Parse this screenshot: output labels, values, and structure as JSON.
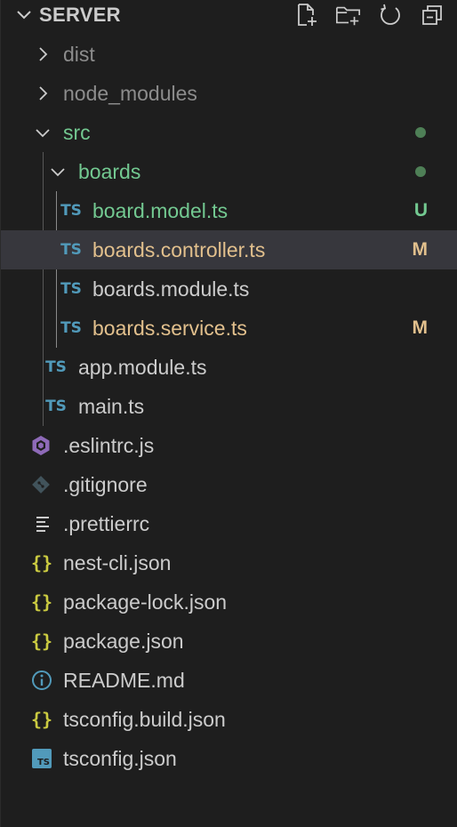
{
  "explorer": {
    "section_title": "SERVER",
    "actions": [
      {
        "name": "new-file-button",
        "icon": "new-file-icon"
      },
      {
        "name": "new-folder-button",
        "icon": "new-folder-icon"
      },
      {
        "name": "refresh-button",
        "icon": "refresh-icon"
      },
      {
        "name": "collapse-all-button",
        "icon": "collapse-all-icon"
      }
    ]
  },
  "tree": {
    "dist": {
      "label": "dist"
    },
    "node_modules": {
      "label": "node_modules"
    },
    "src": {
      "label": "src"
    },
    "boards": {
      "label": "boards"
    },
    "board_model": {
      "label": "board.model.ts",
      "badge": "U",
      "icon_text": "TS"
    },
    "boards_controller": {
      "label": "boards.controller.ts",
      "badge": "M",
      "icon_text": "TS"
    },
    "boards_module": {
      "label": "boards.module.ts",
      "icon_text": "TS"
    },
    "boards_service": {
      "label": "boards.service.ts",
      "badge": "M",
      "icon_text": "TS"
    },
    "app_module": {
      "label": "app.module.ts",
      "icon_text": "TS"
    },
    "main": {
      "label": "main.ts",
      "icon_text": "TS"
    },
    "eslintrc": {
      "label": ".eslintrc.js"
    },
    "gitignore": {
      "label": ".gitignore"
    },
    "prettierrc": {
      "label": ".prettierrc"
    },
    "nest_cli": {
      "label": "nest-cli.json",
      "icon_text": "{}"
    },
    "package_lock": {
      "label": "package-lock.json",
      "icon_text": "{}"
    },
    "package": {
      "label": "package.json",
      "icon_text": "{}"
    },
    "readme": {
      "label": "README.md"
    },
    "tsconfig_build": {
      "label": "tsconfig.build.json",
      "icon_text": "{}"
    },
    "tsconfig": {
      "label": "tsconfig.json",
      "icon_text": "TS"
    }
  },
  "colors": {
    "background": "#1e1e1e",
    "selected_row": "#37373d",
    "untracked_green": "#73c991",
    "modified_yellow": "#e2c08d",
    "typescript_blue": "#519aba",
    "json_yellow": "#cbcb41",
    "eslint_purple": "#8e6ab8",
    "dot_green": "#4e7f56"
  }
}
